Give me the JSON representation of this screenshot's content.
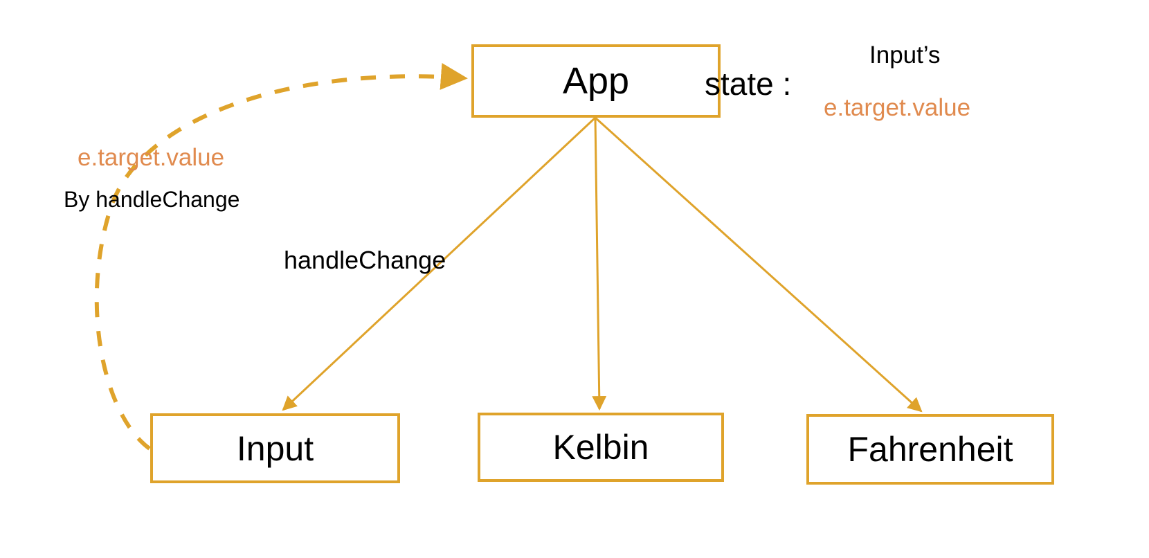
{
  "diagram": {
    "title": "React component state flow",
    "colors": {
      "box_border": "#dfa32b",
      "connector": "#dfa32b",
      "accent_text": "#e08a4e",
      "label_text": "#000000",
      "background": "#ffffff"
    },
    "nodes": [
      {
        "id": "app",
        "label": "App"
      },
      {
        "id": "input",
        "label": "Input"
      },
      {
        "id": "kelbin",
        "label": "Kelbin"
      },
      {
        "id": "fahrenheit",
        "label": "Fahrenheit"
      }
    ],
    "annotations": {
      "state_label": "state :",
      "state_source_owner": "Input’s",
      "state_source_value": "e.target.value",
      "feedback_value": "e.target.value",
      "feedback_by": "By handleChange",
      "prop_handlechange": "handleChange"
    },
    "edges": [
      {
        "id": "app-to-input",
        "from": "app",
        "to": "input",
        "style": "solid",
        "label": "handleChange"
      },
      {
        "id": "app-to-kelbin",
        "from": "app",
        "to": "kelbin",
        "style": "solid",
        "label": ""
      },
      {
        "id": "app-to-fahrenheit",
        "from": "app",
        "to": "fahrenheit",
        "style": "solid",
        "label": ""
      },
      {
        "id": "input-to-app",
        "from": "input",
        "to": "app",
        "style": "dashed",
        "label": "e.target.value By handleChange"
      }
    ]
  }
}
